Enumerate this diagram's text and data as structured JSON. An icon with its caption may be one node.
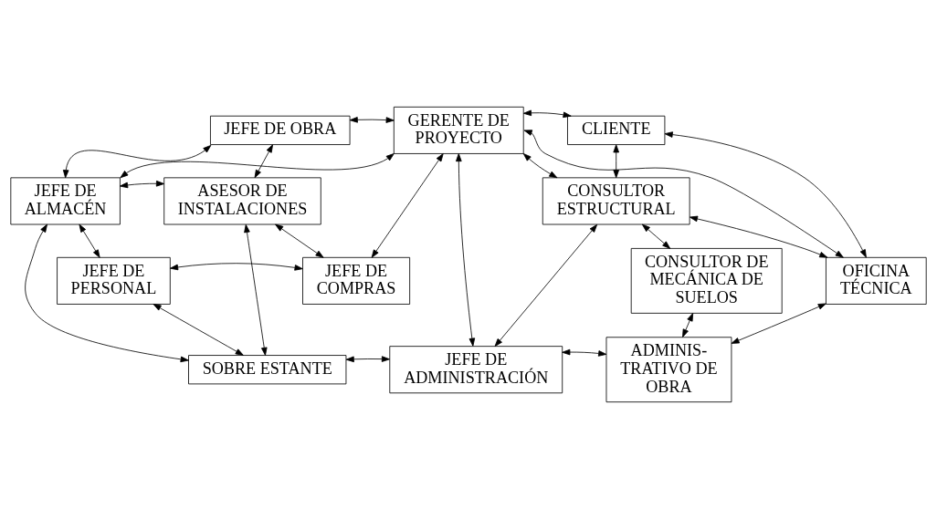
{
  "diagram": {
    "nodes": [
      {
        "text": [
          "GERENTE DE PROYECTO"
        ]
      },
      {
        "text": [
          "CLIENTE"
        ]
      },
      {
        "text": [
          "JEFE DE OBRA"
        ]
      },
      {
        "text": [
          "CONSULTOR ESTRUCTURAL"
        ]
      },
      {
        "text": [
          "JEFE DE ALMACÉN"
        ]
      },
      {
        "text": [
          "ASESOR DE INSTALACIONES"
        ]
      },
      {
        "text": [
          "CONSULTOR DE MECÁNICA DE SUELOS"
        ]
      },
      {
        "text": [
          "JEFE DE PERSONAL"
        ]
      },
      {
        "text": [
          "JEFE DE COMPRAS"
        ]
      },
      {
        "text": [
          "OFICINA TÉCNICA"
        ]
      },
      {
        "text": [
          "SOBRE ESTANTE"
        ]
      },
      {
        "text": [
          "JEFE DE ADMINISTRACIÓN"
        ]
      },
      {
        "text": [
          "ADMINIS- TRATIVO DE OBRA"
        ]
      }
    ],
    "edges": [
      {
        "from": 0,
        "to": 1,
        "arrow": "both"
      },
      {
        "from": 0,
        "to": 2,
        "arrow": "both"
      },
      {
        "from": 0,
        "to": 3,
        "arrow": "both"
      },
      {
        "from": 0,
        "to": 4,
        "arrow": "both"
      },
      {
        "from": 0,
        "to": 8,
        "arrow": "both"
      },
      {
        "from": 0,
        "to": 11,
        "arrow": "both"
      },
      {
        "from": 0,
        "to": 9,
        "arrow": "both"
      },
      {
        "from": 1,
        "to": 3,
        "arrow": "both"
      },
      {
        "from": 1,
        "to": 9,
        "arrow": "both"
      },
      {
        "from": 2,
        "to": 4,
        "arrow": "both"
      },
      {
        "from": 2,
        "to": 5,
        "arrow": "both"
      },
      {
        "from": 3,
        "to": 6,
        "arrow": "both"
      },
      {
        "from": 3,
        "to": 9,
        "arrow": "both"
      },
      {
        "from": 3,
        "to": 11,
        "arrow": "both"
      },
      {
        "from": 4,
        "to": 5,
        "arrow": "both"
      },
      {
        "from": 4,
        "to": 7,
        "arrow": "both"
      },
      {
        "from": 4,
        "to": 10,
        "arrow": "both"
      },
      {
        "from": 5,
        "to": 8,
        "arrow": "both"
      },
      {
        "from": 5,
        "to": 10,
        "arrow": "both"
      },
      {
        "from": 7,
        "to": 8,
        "arrow": "both"
      },
      {
        "from": 7,
        "to": 10,
        "arrow": "both"
      },
      {
        "from": 9,
        "to": 12,
        "arrow": "both"
      },
      {
        "from": 6,
        "to": 12,
        "arrow": "both"
      },
      {
        "from": 10,
        "to": 11,
        "arrow": "both"
      },
      {
        "from": 11,
        "to": 12,
        "arrow": "both"
      }
    ]
  }
}
